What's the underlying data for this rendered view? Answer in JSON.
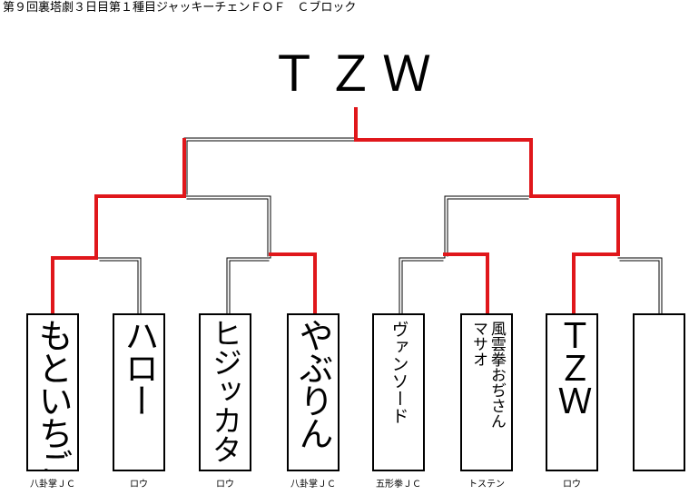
{
  "title": "第９回裏塔劇３日目第１種目ジャッキーチェンＦＯＦ　Ｃブロック",
  "winner": "ＴＺＷ",
  "colors": {
    "win_line": "#e0171b",
    "lose_line": "#000000"
  },
  "entries": [
    {
      "name": "もといちご",
      "team": "八卦掌ＪＣ"
    },
    {
      "name": "ハロー",
      "team": "ロウ"
    },
    {
      "name": "ヒジッカタ",
      "team": "ロウ"
    },
    {
      "name": "やぶりん",
      "team": "八卦掌ＪＣ"
    },
    {
      "name": "ヴァンソード",
      "team": "五形拳ＪＣ"
    },
    {
      "name_line1": "風雲拳おぢさん",
      "name_line2": "マサオ",
      "team": "トステン"
    },
    {
      "name": "ＴＺＷ",
      "team": "ロウ"
    },
    {
      "name": "",
      "team": ""
    }
  ]
}
